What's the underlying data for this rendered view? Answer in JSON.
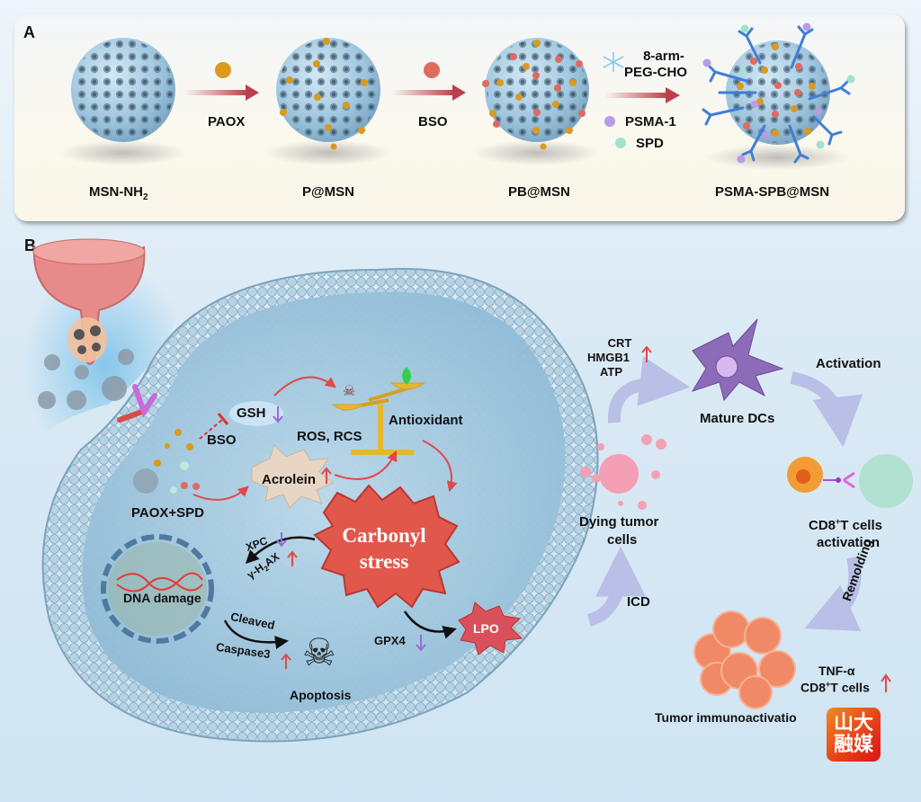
{
  "panel_a": {
    "letter": "A",
    "stages": [
      {
        "label": "MSN-NH",
        "sub": "2"
      },
      {
        "label": "P@MSN"
      },
      {
        "label": "PB@MSN"
      },
      {
        "label": "PSMA-SPB@MSN"
      }
    ],
    "arrows": [
      {
        "label": "PAOX"
      },
      {
        "label": "BSO"
      },
      {
        "reagents": [
          "8-arm-",
          "PEG-CHO"
        ],
        "legend": [
          "PSMA-1",
          "SPD"
        ]
      }
    ],
    "colors": {
      "sphere": "#a9cde3",
      "paox": "#d99a1e",
      "bso": "#e06a5e",
      "peg": "#3f7fd6",
      "psma": "#b99be8",
      "spd": "#9fe3cf",
      "arrow": "#b8424c"
    }
  },
  "panel_b": {
    "letter": "B",
    "cell_labels": {
      "gsh": "GSH",
      "bso": "BSO",
      "ros": "ROS, RCS",
      "antioxidant": "Antioxidant",
      "acrolein": "Acrolein",
      "paox_spd": "PAOX+SPD",
      "xpc": "XPC",
      "h2ax": "γ-H",
      "h2ax_sub": "2",
      "h2ax_end": "AX",
      "carbonyl_1": "Carbonyl",
      "carbonyl_2": "stress",
      "dna": "DNA damage",
      "cleaved": "Cleaved",
      "caspase": "Caspase3",
      "apoptosis": "Apoptosis",
      "gpx4": "GPX4",
      "lpo": "LPO"
    },
    "immune_labels": {
      "crt": "CRT",
      "hmgb1": "HMGB1",
      "atp": "ATP",
      "mature_dcs": "Mature DCs",
      "activation": "Activation",
      "dying_1": "Dying tumor",
      "dying_2": "cells",
      "icd": "ICD",
      "cd8_1": "CD8",
      "cd8_sup": "+",
      "cd8_1b": "T cells",
      "cd8_2": "activation",
      "remolding": "Remolding",
      "tnf": "TNF-α",
      "cd8_cells": "CD8",
      "cd8_cells_sup": "+",
      "cd8_cells_b": "T cells",
      "tumor": "Tumor immunoactivatio"
    },
    "colors": {
      "up_arrow": "#e0494b",
      "down_arrow": "#9b6bd6",
      "membrane": "#9cc6de",
      "carbonyl": "#e2574c",
      "flow_arrow": "#b9bfe6"
    }
  },
  "watermark": {
    "line1": "山大",
    "line2": "融媒"
  }
}
